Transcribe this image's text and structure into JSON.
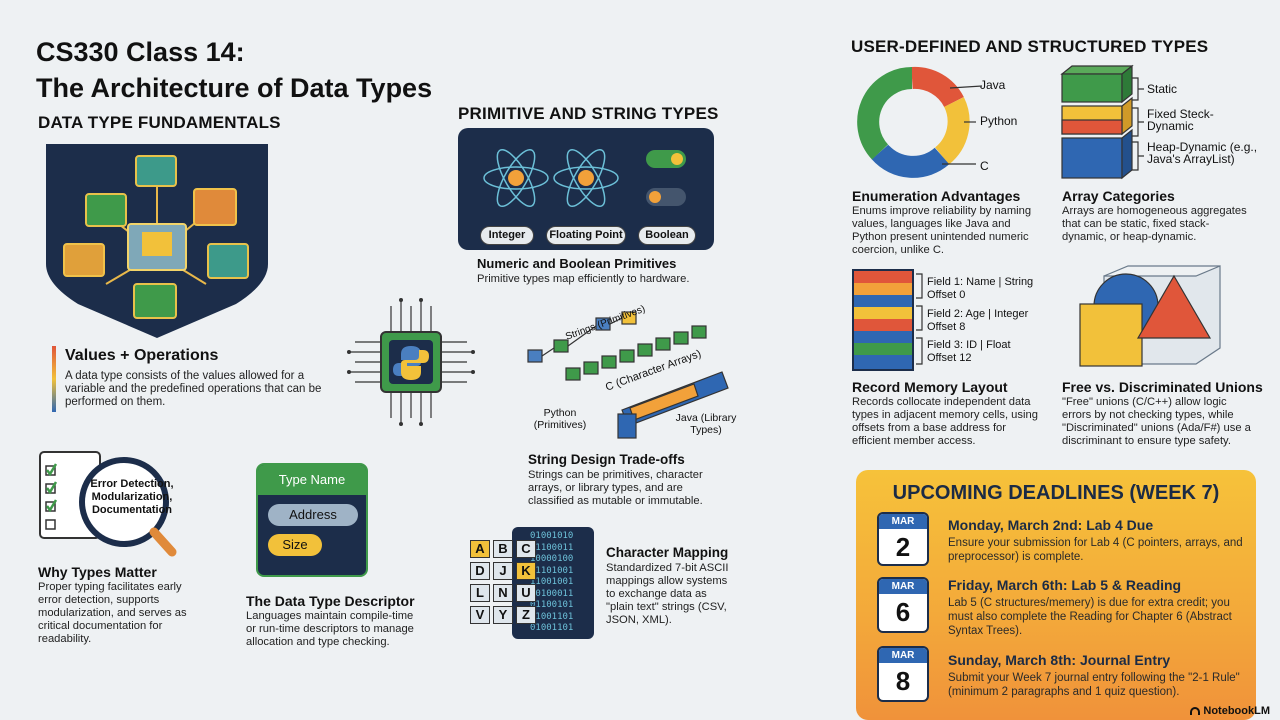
{
  "header": {
    "title_line1": "CS330 Class 14:",
    "title_line2": "The Architecture of Data Types"
  },
  "fundamentals": {
    "section_title": "DATA TYPE FUNDAMENTALS",
    "values_heading": "Values + Operations",
    "values_text": "A data type consists of the values allowed for a variable and the predefined operations that can be performed on them.",
    "why_heading": "Why Types Matter",
    "why_text": "Proper typing facilitates early error detection, supports modularization, and serves as critical documentation for readability.",
    "magnifier_label": "Error Detection, Modularization, Documentation",
    "descriptor_heading": "The Data Type Descriptor",
    "descriptor_text": "Languages maintain compile-time or run-time descriptors to manage allocation and type checking.",
    "descriptor_card": {
      "title": "Type Name",
      "field1": "Address",
      "field2": "Size"
    }
  },
  "primitives": {
    "section_title": "PRIMITIVE AND STRING TYPES",
    "pills": [
      "Integer",
      "Floating Point",
      "Boolean"
    ],
    "numeric_heading": "Numeric and Boolean Primitives",
    "numeric_text": "Primitive types map efficiently to hardware.",
    "string_labels": {
      "strings": "Strings (Primitives)",
      "c_arrays": "C (Character Arrays)",
      "python": "Python (Primitives)",
      "java": "Java (Library Types)"
    },
    "string_heading": "String Design Trade-offs",
    "string_text": "Strings can be primitives, character arrays, or library types, and are classified as mutable or immutable.",
    "char_grid": [
      [
        "A",
        "B",
        "C"
      ],
      [
        "D",
        "J",
        "K"
      ],
      [
        "L",
        "N",
        "U"
      ],
      [
        "V",
        "Y",
        "Z"
      ]
    ],
    "binary_lines": [
      "01001010",
      "01100011",
      "10000100",
      "01101001",
      "11001001",
      "10100011",
      "01100101",
      "01001101",
      "01001101"
    ],
    "char_heading": "Character Mapping",
    "char_text": "Standardized 7-bit ASCII mappings allow systems to exchange data as \"plain text\" strings (CSV, JSON, XML)."
  },
  "structured": {
    "section_title": "USER-DEFINED AND STRUCTURED TYPES",
    "enum_labels": [
      "Java",
      "Python",
      "C"
    ],
    "enum_heading": "Enumeration Advantages",
    "enum_text": "Enums improve reliability by naming values, languages like Java and Python present unintended numeric coercion, unlike C.",
    "array_labels": [
      "Static",
      "Fixed Steck-Dynamic",
      "Heap-Dynamic (e.g., Java's ArrayList)"
    ],
    "array_heading": "Array Categories",
    "array_text": "Arrays are homogeneous aggregates that can be static, fixed stack-dynamic, or heap-dynamic.",
    "record_fields": [
      "Field 1: Name | String Offset 0",
      "Field 2: Age | Integer Offset 8",
      "Field 3: ID | Float Offset 12"
    ],
    "record_heading": "Record Memory Layout",
    "record_text": "Records collocate independent data types in adjacent memory cells, using offsets from a base address for efficient member access.",
    "union_heading": "Free vs. Discriminated Unions",
    "union_text": "\"Free\" unions (C/C++) allow logic errors by not checking types, while \"Discriminated\" unions (Ada/F#) use a discriminant to ensure type safety."
  },
  "deadlines": {
    "title": "UPCOMING DEADLINES (WEEK 7)",
    "items": [
      {
        "month": "MAR",
        "day": "2",
        "heading": "Monday, March 2nd: Lab 4 Due",
        "text": "Ensure your submission for Lab 4 (C pointers, arrays, and preprocessor) is complete."
      },
      {
        "month": "MAR",
        "day": "6",
        "heading": "Friday, March 6th: Lab 5 & Reading",
        "text": "Lab 5 (C structures/memery) is due for extra credit; you must also complete the Reading for Chapter 6 (Abstract Syntax Trees)."
      },
      {
        "month": "MAR",
        "day": "8",
        "heading": "Sunday, March 8th: Journal Entry",
        "text": "Submit your Week 7 journal entry following the \"2-1 Rule\" (minimum 2 paragraphs and 1 quiz question)."
      }
    ]
  },
  "brand": "NotebookLM",
  "colors": {
    "navy": "#1c2d4a",
    "orange": "#f3a83a",
    "blue": "#2f67b2",
    "green": "#3f9a4a",
    "yellow": "#f2c13a",
    "red": "#e0563a"
  }
}
